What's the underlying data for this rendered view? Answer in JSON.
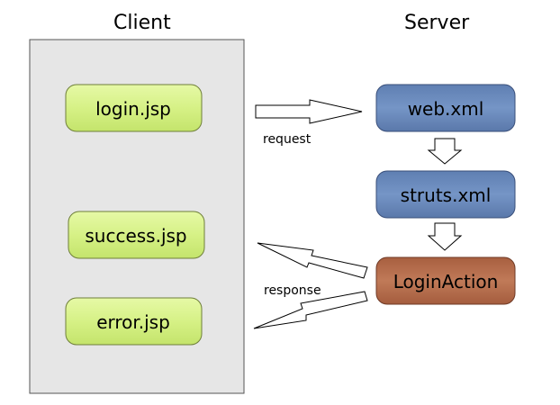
{
  "headings": {
    "client": "Client",
    "server": "Server"
  },
  "client_pages": {
    "login": "login.jsp",
    "success": "success.jsp",
    "error": "error.jsp"
  },
  "server_nodes": {
    "web_xml": "web.xml",
    "struts_xml": "struts.xml",
    "login_action": "LoginAction"
  },
  "arrow_labels": {
    "request": "request",
    "response": "response"
  },
  "colors": {
    "client_panel": "#e6e6e6",
    "client_box": "#d9f58f",
    "server_box": "#6f8ebf",
    "action_box": "#b87050"
  }
}
